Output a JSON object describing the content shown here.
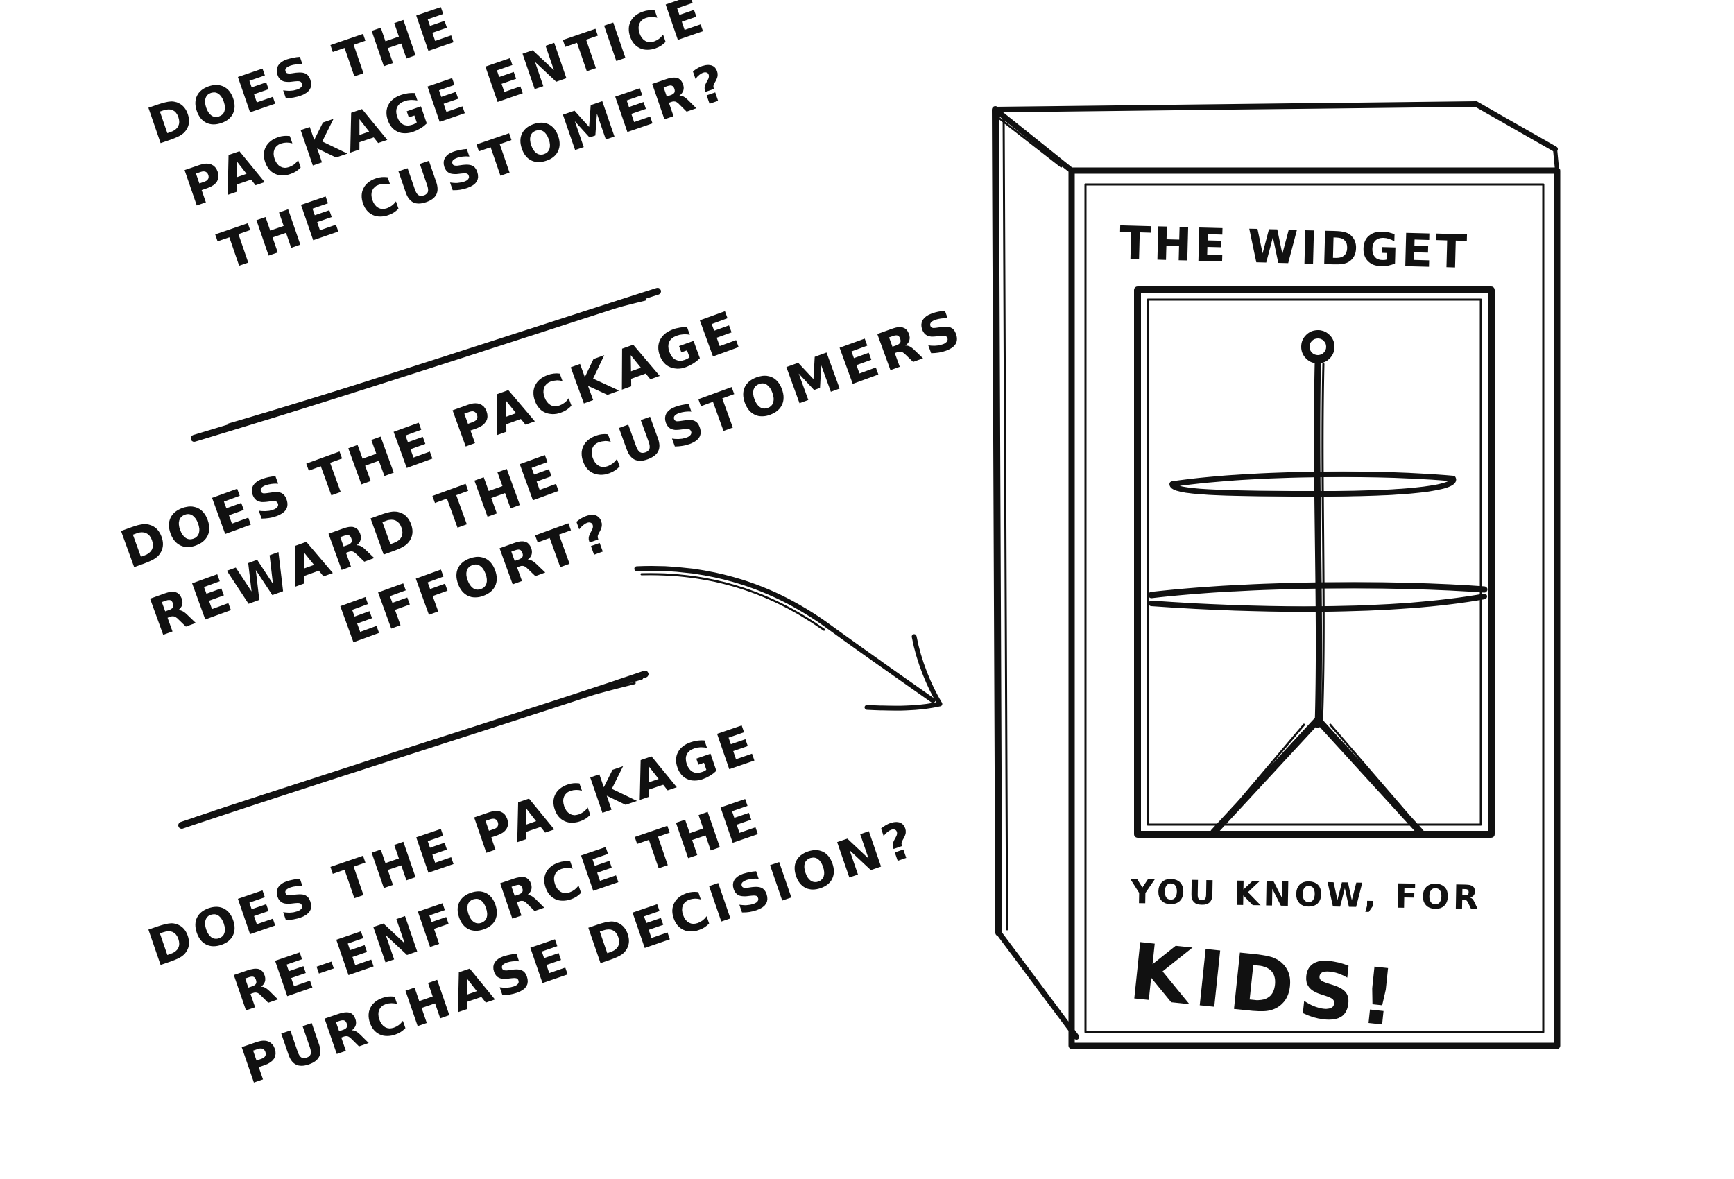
{
  "questions": [
    {
      "lines": [
        "DOES THE",
        "PACKAGE ENTICE",
        "THE CUSTOMER?"
      ]
    },
    {
      "lines": [
        "DOES THE PACKAGE",
        "REWARD THE CUSTOMERS",
        "EFFORT?"
      ]
    },
    {
      "lines": [
        "DOES THE PACKAGE",
        "RE-ENFORCE THE",
        "PURCHASE DECISION?"
      ]
    }
  ],
  "box": {
    "title": "THE WIDGET",
    "tagline": "YOU KNOW, FOR",
    "exclaim": "KIDS!"
  },
  "colors": {
    "ink": "#111111",
    "paper": "#ffffff"
  }
}
